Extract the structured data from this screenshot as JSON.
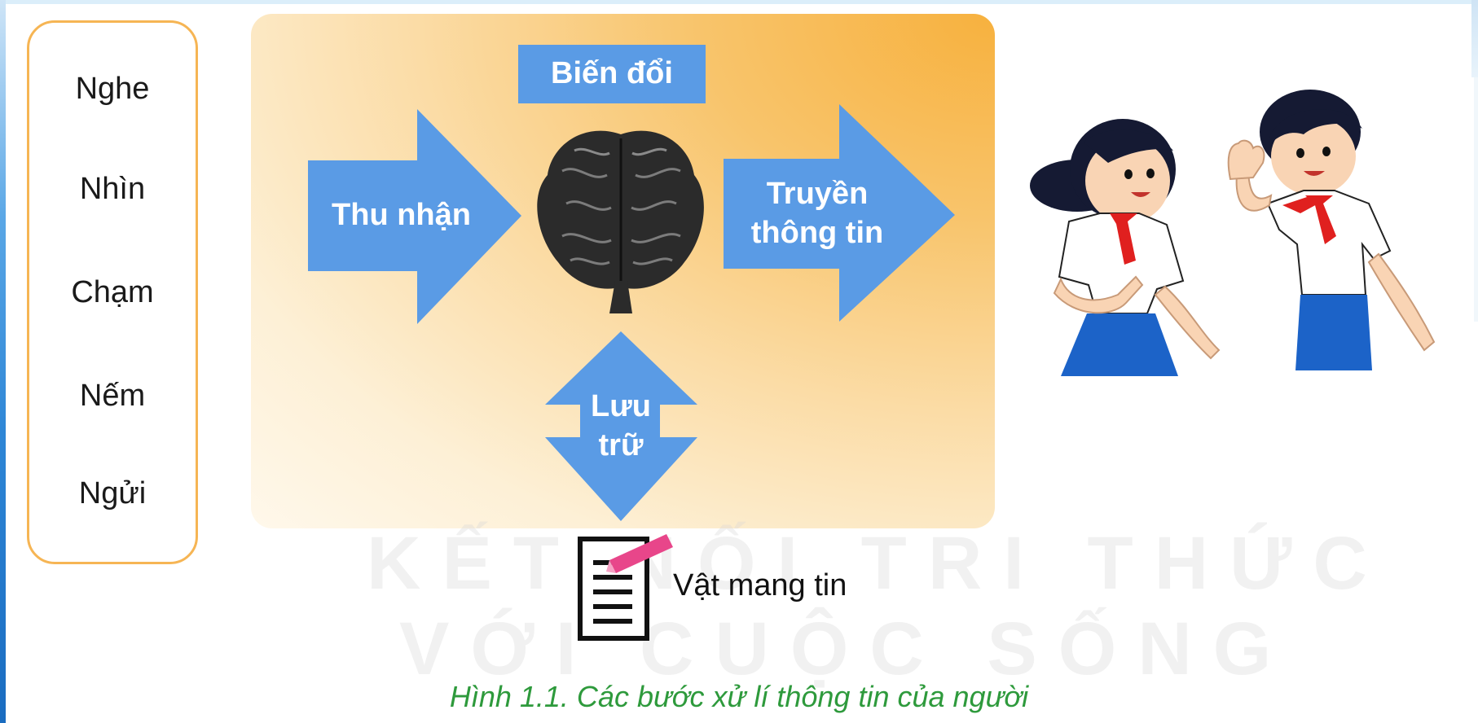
{
  "senses": [
    "Nghe",
    "Nhìn",
    "Chạm",
    "Nếm",
    "Ngửi"
  ],
  "steps": {
    "bien_doi": "Biến đổi",
    "thu_nhan": "Thu nhận",
    "truyen_line1": "Truyền",
    "truyen_line2": "thông tin",
    "luu_line1": "Lưu",
    "luu_line2": "trữ"
  },
  "carrier_label": "Vật mang tin",
  "caption": "Hình 1.1. Các bước xử lí thông tin của người",
  "watermark": [
    "KẾT NỐI TRI THỨC",
    "VỚI CUỘC SỐNG"
  ],
  "colors": {
    "arrow_blue": "#5a9be5",
    "panel_orange": "#f7b13e",
    "senses_border": "#f6b554",
    "caption_green": "#2e9a3c"
  },
  "icons": [
    "brain-icon",
    "document-icon",
    "girl-figure",
    "boy-figure"
  ]
}
